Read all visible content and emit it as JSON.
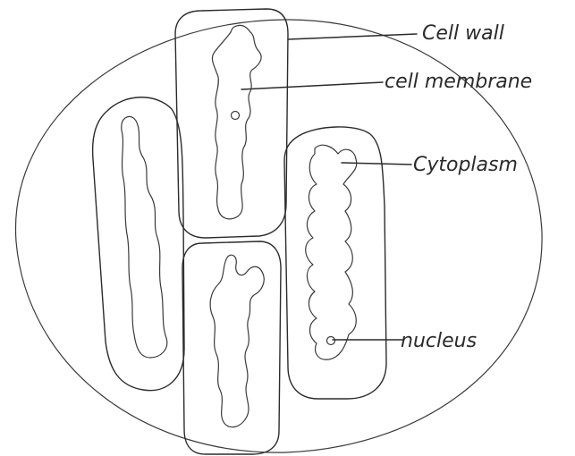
{
  "labels": {
    "cell_wall": "Cell wall",
    "cell_membrane": "cell membrane",
    "cytoplasm": "Cytoplasm",
    "nucleus": "nucleus"
  }
}
